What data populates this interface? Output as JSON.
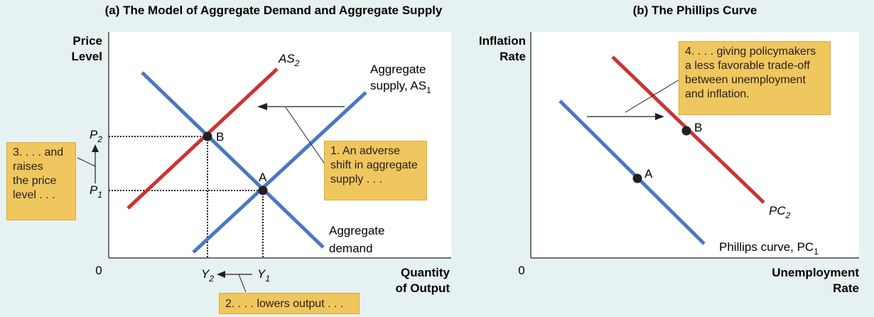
{
  "titles": {
    "left": "(a) The Model of Aggregate Demand and Aggregate Supply",
    "right": "(b) The Phillips Curve"
  },
  "left_panel": {
    "y_axis": [
      "Price",
      "Level"
    ],
    "x_axis": [
      "Quantity",
      "of Output"
    ],
    "origin": "0",
    "as2_label": "AS",
    "as2_sub": "2",
    "as1_label_line1": "Aggregate",
    "as1_label_line2": "supply, AS",
    "as1_sub": "1",
    "ad_label_line1": "Aggregate",
    "ad_label_line2": "demand",
    "point_a": "A",
    "point_b": "B",
    "p2": "P",
    "p2_sub": "2",
    "p1": "P",
    "p1_sub": "1",
    "y2": "Y",
    "y2_sub": "2",
    "y1": "Y",
    "y1_sub": "1",
    "note1": [
      "1. An adverse",
      "shift in aggregate",
      "supply . . ."
    ],
    "note2": "2. . . . lowers output . . .",
    "note3": [
      "3. . . . and",
      "raises",
      "the price",
      "level . . ."
    ]
  },
  "right_panel": {
    "y_axis": [
      "Inflation",
      "Rate"
    ],
    "x_axis": [
      "Unemployment",
      "Rate"
    ],
    "origin": "0",
    "point_a": "A",
    "point_b": "B",
    "pc2_label": "PC",
    "pc2_sub": "2",
    "pc1_label": "Phillips curve, PC",
    "pc1_sub": "1",
    "note4": [
      "4. . . . giving policymakers",
      "a less favorable trade-off",
      "between unemployment",
      "and inflation."
    ]
  },
  "colors": {
    "background": "#e6f2f1",
    "blue_curve": "#4a78c2",
    "red_curve": "#cc3333",
    "note_fill": "#f0c75e"
  }
}
